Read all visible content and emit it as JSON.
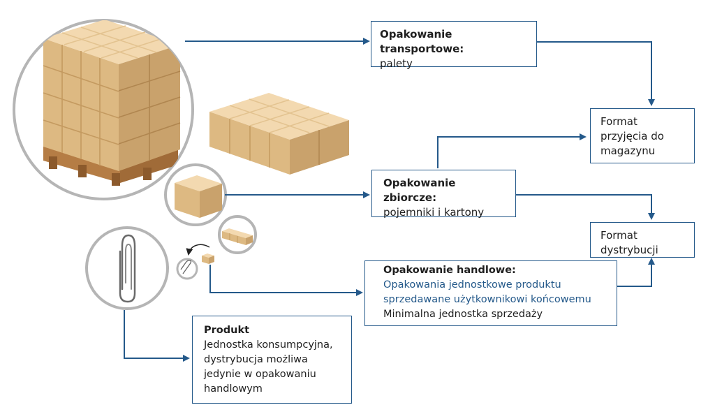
{
  "boxes": {
    "transport": {
      "title": "Opakowanie transportowe:",
      "line1": "palety"
    },
    "receipt_format": {
      "lines": [
        "Format",
        "przyjęcia do",
        "magazynu"
      ]
    },
    "collective": {
      "title": "Opakowanie zbiorcze:",
      "line1": "pojemniki i kartony"
    },
    "distribution_format": {
      "lines": [
        "Format",
        "dystrybucji"
      ]
    },
    "commercial": {
      "title": "Opakowanie handlowe:",
      "blue_lines": [
        "Opakowania jednostkowe produktu",
        "sprzedawane użytkownikowi końcowemu"
      ],
      "line3": "Minimalna jednostka sprzedaży"
    },
    "product": {
      "title": "Produkt",
      "lines": [
        "Jednostka konsumpcyjna,",
        "dystrybucja możliwa",
        "jedynie w opakowaniu",
        "handlowym"
      ]
    }
  },
  "colors": {
    "arrow": "#24598a",
    "circle": "#b5b5b5",
    "carton_top": "#f3d9b0",
    "carton_left": "#ddb982",
    "carton_right": "#c9a26c",
    "pallet_wood": "#c8935a"
  },
  "icons": [
    "paperclip-icon",
    "curved-arrow-icon"
  ]
}
